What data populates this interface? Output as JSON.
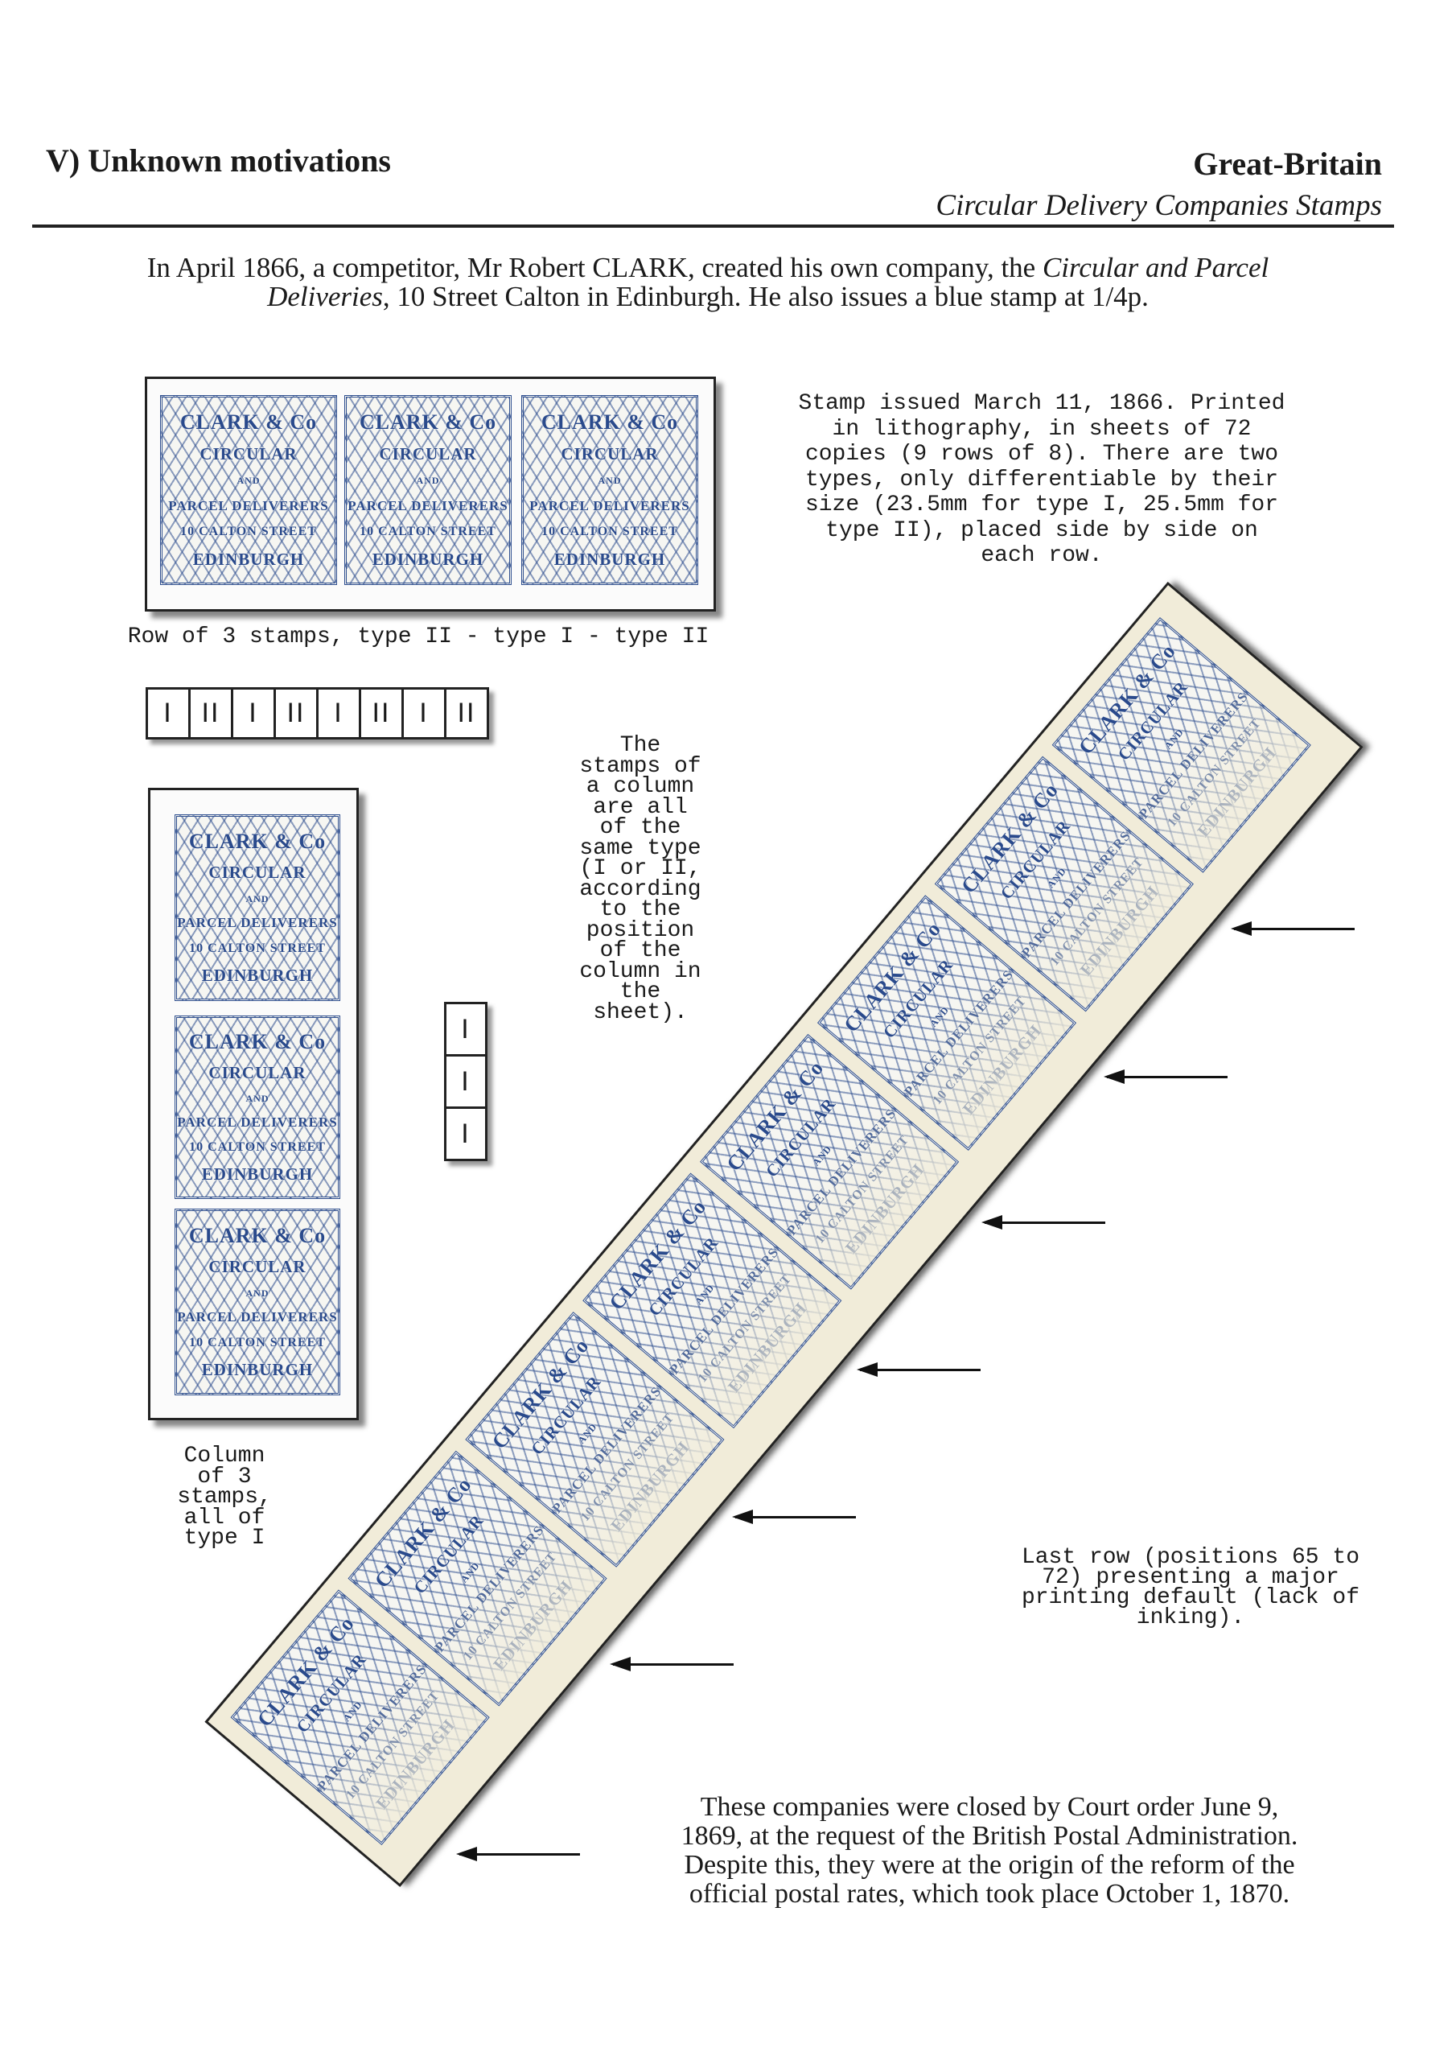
{
  "header": {
    "section_title": "V) Unknown motivations",
    "country": "Great-Britain",
    "subtitle": "Circular Delivery Companies Stamps"
  },
  "intro": {
    "part1": "In April 1866, a competitor, Mr Robert CLARK, created his own company, the ",
    "company_name": "Circular and Parcel Deliveries",
    "part2": ", 10 Street Calton in Edinburgh. He also issues a blue stamp at 1/4p."
  },
  "stamp_text": [
    "CLARK & Co",
    "CIRCULAR",
    "AND",
    "PARCEL DELIVERERS",
    "10 CALTON STREET",
    "EDINBURGH"
  ],
  "stamp_description": "Stamp issued March 11, 1866. Printed\nin lithography, in sheets of 72\ncopies (9 rows of 8). There are two\ntypes, only differentiable by their\nsize (23.5mm for type I, 25.5mm for\ntype II), placed side by side on\neach row.",
  "row_caption": "Row of 3 stamps, type II - type I - type II",
  "row_types": [
    "I",
    "II",
    "I",
    "II",
    "I",
    "II",
    "I",
    "II"
  ],
  "column_note": "The\nstamps of\na column\nare all\nof the\nsame type\n(I or II,\naccording\nto the\nposition\nof the\ncolumn in\nthe\nsheet).",
  "column_types": [
    "I",
    "I",
    "I"
  ],
  "column_caption": "Column\nof 3\nstamps,\nall of\ntype I",
  "last_row_note": "Last row (positions 65 to\n72) presenting a major\nprinting default (lack of\ninking).",
  "closing": "These companies were closed by Court order June 9,\n1869, at the request of the British Postal Administration.\nDespite this, they were at the origin of the reform of the\nofficial postal rates, which took place October 1, 1870.",
  "colors": {
    "stamp_ink": "#2a4a8c",
    "paper": "#f1ecd9"
  }
}
